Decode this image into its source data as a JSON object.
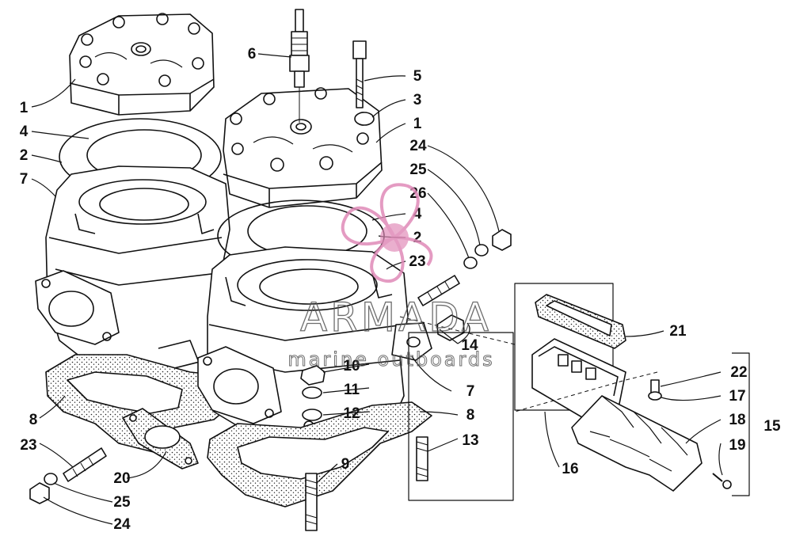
{
  "watermark": {
    "brand": "ARMADA",
    "tagline": "marine outboards",
    "color": "#e08ab8",
    "text_color": "#555555"
  },
  "callouts": [
    "1",
    "4",
    "2",
    "7",
    "6",
    "5",
    "3",
    "1",
    "24",
    "25",
    "26",
    "4",
    "2",
    "23",
    "10",
    "11",
    "12",
    "14",
    "7",
    "13",
    "8",
    "23",
    "20",
    "25",
    "24",
    "8",
    "9",
    "21",
    "22",
    "17",
    "18",
    "19",
    "16",
    "15"
  ]
}
